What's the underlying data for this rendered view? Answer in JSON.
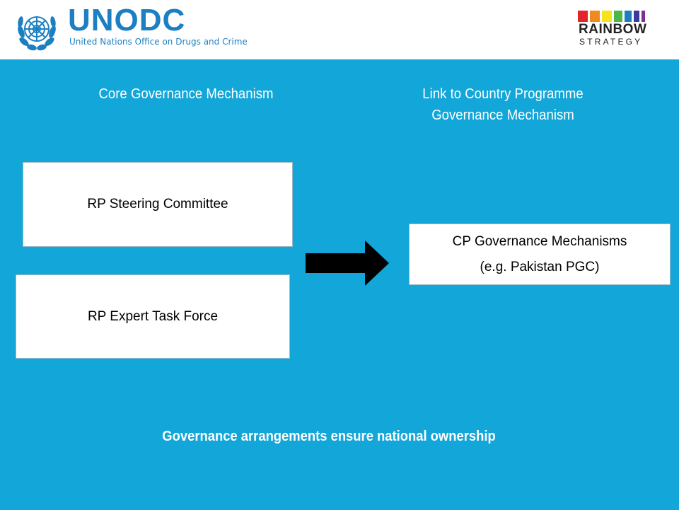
{
  "header": {
    "logo_left": {
      "title": "UNODC",
      "subtitle": "United Nations Office on Drugs and Crime",
      "color": "#1c7fc2"
    },
    "logo_right": {
      "title": "RAINBOW",
      "subtitle": "STRATEGY",
      "bar_colors": [
        "#e4232b",
        "#f08a1c",
        "#f7e31b",
        "#4bb747",
        "#1c7fc2",
        "#3b3b9a",
        "#7b2f8e"
      ]
    }
  },
  "main": {
    "background": "#12a6d9",
    "left_heading": "Core Governance Mechanism",
    "right_heading": "Link to Country Programme\nGovernance Mechanism",
    "boxes": {
      "steering": "RP Steering Committee",
      "expert": "RP Expert Task Force",
      "cp_line1": "CP Governance Mechanisms",
      "cp_line2": "(e.g. Pakistan PGC)"
    },
    "footer": "Governance arrangements ensure national ownership"
  }
}
